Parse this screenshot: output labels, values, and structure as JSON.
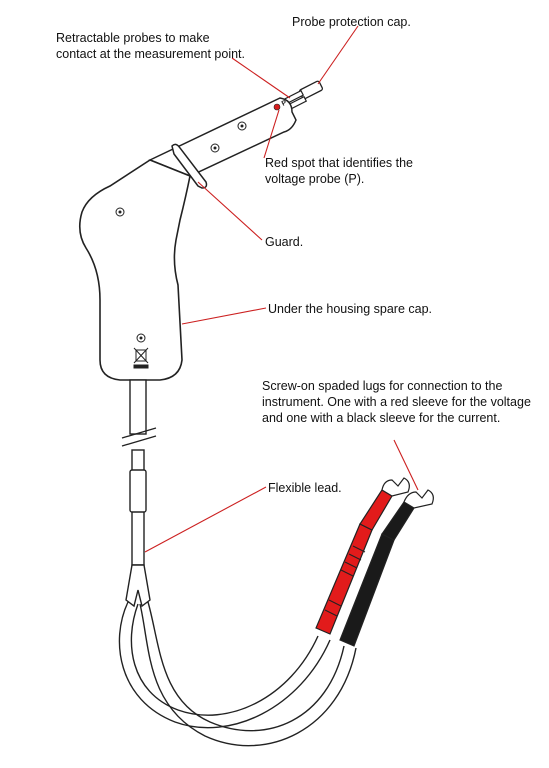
{
  "labels": {
    "probe_cap": "Probe protection cap.",
    "retractable_probes": "Retractable probes to make contact at the measurement point.",
    "red_spot": "Red spot that identifies the voltage probe (P).",
    "guard": "Guard.",
    "spare_cap": "Under the housing spare cap.",
    "spaded_lugs": "Screw-on spaded lugs for connection to the instrument. One with a red sleeve for the voltage and one with a black sleeve for the current.",
    "flexible_lead": "Flexible lead."
  },
  "probe_mark": "P",
  "colors": {
    "outline": "#222222",
    "callout_line": "#cc2020",
    "red_sleeve": "#e21b1b",
    "black_sleeve": "#1a1a1a",
    "red_spot": "#d81e1e"
  }
}
